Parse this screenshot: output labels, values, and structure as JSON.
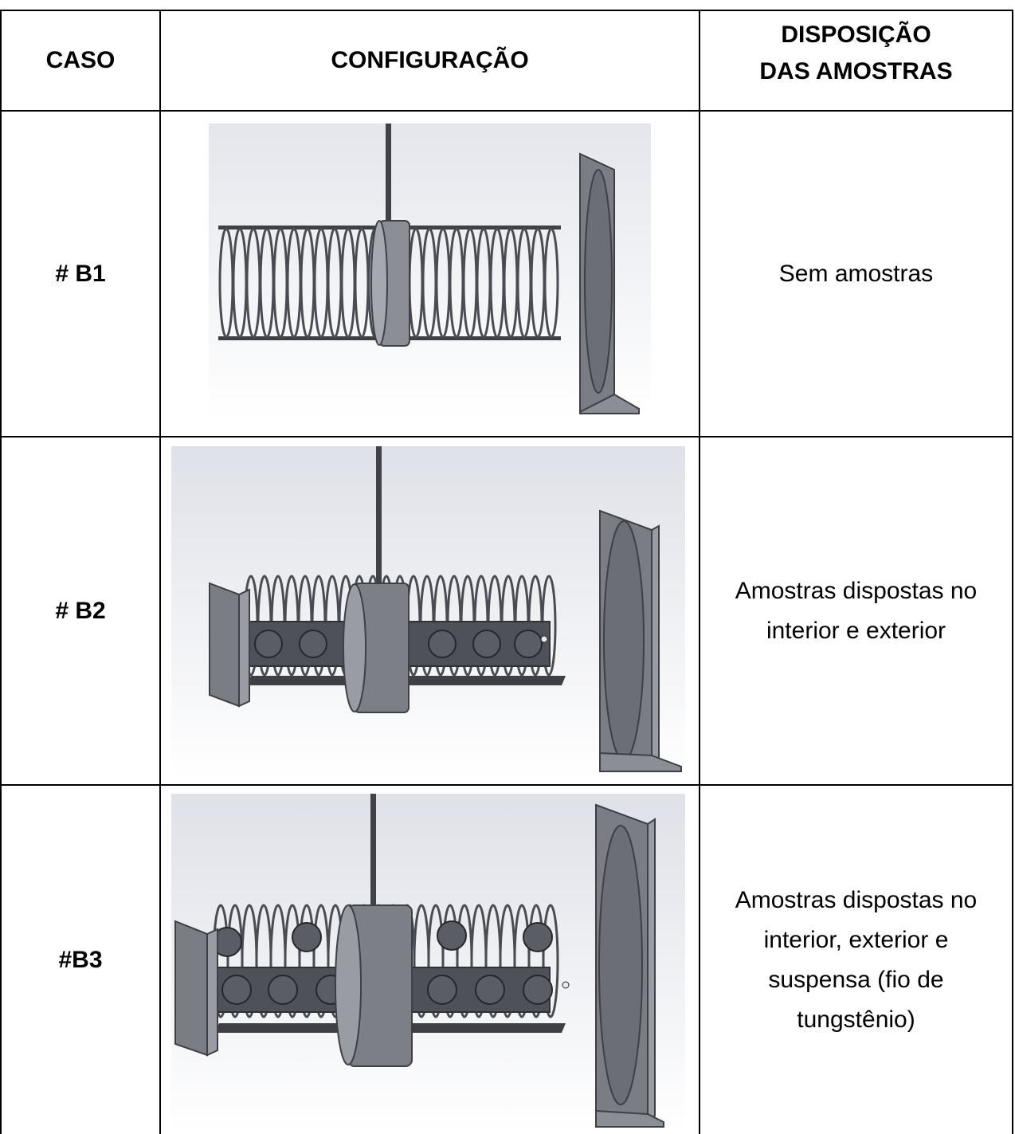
{
  "headers": {
    "caso": "CASO",
    "configuracao": "CONFIGURAÇÃO",
    "disposicao_line1": "DISPOSIÇÃO",
    "disposicao_line2": "DAS AMOSTRAS"
  },
  "rows": [
    {
      "caso": "# B1",
      "desc_lines": [
        "Sem amostras"
      ]
    },
    {
      "caso": "# B2",
      "desc_lines": [
        "Amostras dispostas no",
        "interior e exterior"
      ]
    },
    {
      "caso": "#B3",
      "desc_lines": [
        "Amostras dispostas no",
        "interior, exterior e",
        "suspensa (fio de",
        "tungstênio)"
      ]
    }
  ],
  "colors": {
    "steel": "#52545c",
    "plate": "#7b7d85",
    "ring": "#6a6c74",
    "bg_top": "#f4f5f8",
    "bg_bottom": "#d9dbe3"
  }
}
